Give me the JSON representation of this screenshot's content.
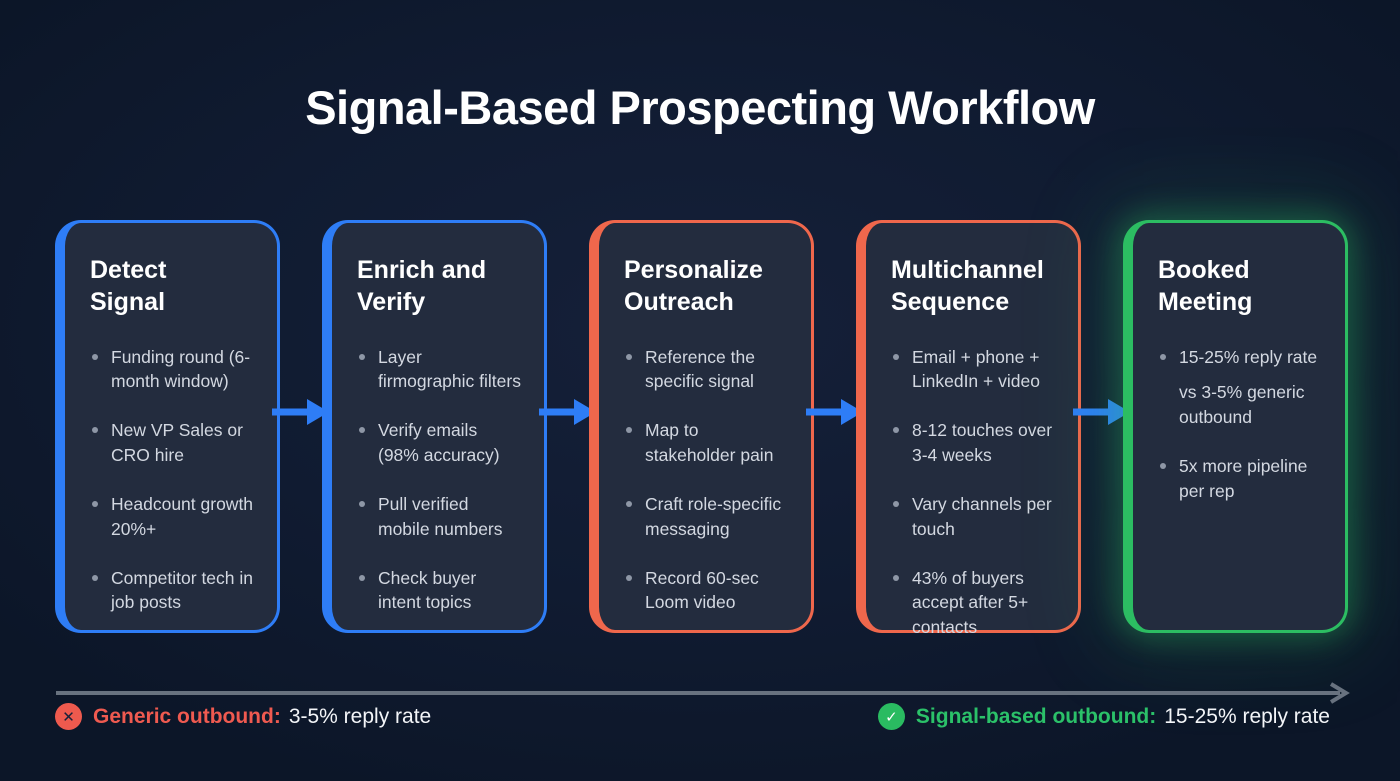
{
  "title": "Signal-Based Prospecting Workflow",
  "colors": {
    "background": "#101b31",
    "card_background": "#232c3e",
    "accent_blue": "#2e7df6",
    "accent_orange": "#ef674c",
    "accent_green": "#2cbd62",
    "body_text": "#d3d8e1",
    "heading_text": "#ffffff",
    "timeline_gray": "#68727f",
    "negative_red": "#ef5a50",
    "positive_green": "#2bc169"
  },
  "cards": [
    {
      "accent": "#2e7df6",
      "title_line1": "Detect",
      "title_line2": "Signal",
      "bullets": [
        {
          "text": "Funding round (6-month window)"
        },
        {
          "text": "New VP Sales or CRO hire"
        },
        {
          "text": "Headcount growth 20%+"
        },
        {
          "text": "Competitor tech in job posts"
        }
      ]
    },
    {
      "accent": "#2e7df6",
      "title_line1": "Enrich and",
      "title_line2": "Verify",
      "bullets": [
        {
          "text": "Layer firmographic filters"
        },
        {
          "text": "Verify emails (98% accuracy)"
        },
        {
          "text": "Pull verified mobile numbers"
        },
        {
          "text": "Check buyer intent topics"
        }
      ]
    },
    {
      "accent": "#ef674c",
      "title_line1": "Personalize",
      "title_line2": "Outreach",
      "bullets": [
        {
          "text": "Reference the specific signal"
        },
        {
          "text": "Map to stakeholder pain"
        },
        {
          "text": "Craft role-specific messaging"
        },
        {
          "text": "Record 60-sec Loom video"
        }
      ]
    },
    {
      "accent": "#ef674c",
      "title_line1": "Multichannel",
      "title_line2": "Sequence",
      "bullets": [
        {
          "text": "Email + phone + LinkedIn + video"
        },
        {
          "text": "8-12 touches over 3-4 weeks"
        },
        {
          "text": "Vary channels per touch"
        },
        {
          "text": "43% of buyers accept after 5+ contacts"
        }
      ]
    },
    {
      "accent": "#2cbd62",
      "title_line1": "Booked",
      "title_line2": "Meeting",
      "bullets": [
        {
          "text": "15-25% reply rate",
          "sub": "vs 3-5% generic outbound"
        },
        {
          "text": "5x more pipeline per rep"
        }
      ]
    }
  ],
  "footer": {
    "negative": {
      "icon": "x-circle-icon",
      "icon_glyph": "✕",
      "label": "Generic outbound:",
      "value": "3-5% reply rate"
    },
    "positive": {
      "icon": "check-circle-icon",
      "icon_glyph": "✓",
      "label": "Signal-based outbound:",
      "value": "15-25% reply rate"
    }
  }
}
